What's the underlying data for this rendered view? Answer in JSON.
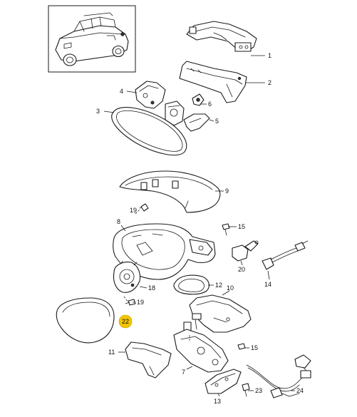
{
  "callouts": {
    "c1": "1",
    "c2": "2",
    "c3": "3",
    "c4": "4",
    "c5": "5",
    "c6": "6",
    "c7": "7",
    "c8": "8",
    "c9": "9",
    "c10": "10",
    "c11": "11",
    "c12": "12",
    "c13": "13",
    "c14": "14",
    "c15a": "15",
    "c15b": "15",
    "c18": "18",
    "c19a": "19",
    "c19b": "19",
    "c20": "20",
    "c22": "22",
    "c23": "23",
    "c24": "24"
  },
  "colors": {
    "line": "#1a1a1a",
    "highlight": "#f2c500",
    "background": "#ffffff"
  },
  "highlighted_callout": "22"
}
